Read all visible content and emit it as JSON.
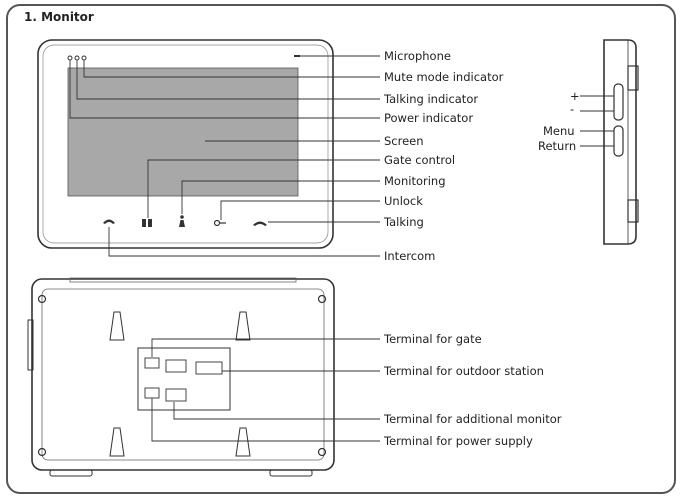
{
  "title": "1. Monitor",
  "front_labels": [
    "Microphone",
    "Mute mode indicator",
    "Talking indicator",
    "Power indicator",
    "Screen",
    "Gate control",
    "Monitoring",
    "Unlock",
    "Talking",
    "Intercom"
  ],
  "side_labels": {
    "plus": "+",
    "minus": "-",
    "menu": "Menu",
    "return": "Return"
  },
  "back_labels": [
    "Terminal for gate",
    "Terminal for outdoor station",
    "Terminal for additional monitor",
    "Terminal for power supply"
  ],
  "colors": {
    "screen": "#a8a8a8",
    "line": "#333333",
    "frame": "#555555"
  }
}
